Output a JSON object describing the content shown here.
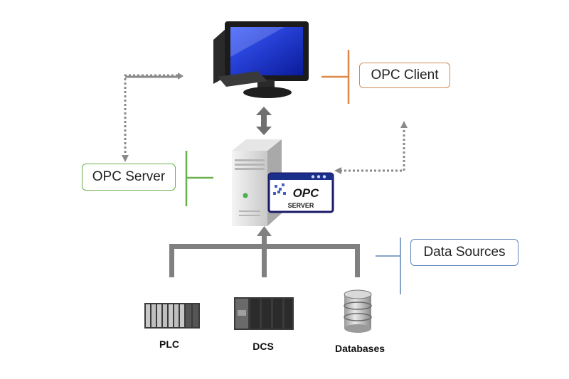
{
  "nodes": {
    "client": {
      "label": "OPC Client"
    },
    "server": {
      "label": "OPC Server"
    },
    "sources": {
      "label": "Data Sources"
    },
    "opc_window": {
      "logo_text": "OPC",
      "caption": "SERVER"
    }
  },
  "devices": [
    {
      "id": "plc",
      "label": "PLC"
    },
    {
      "id": "dcs",
      "label": "DCS"
    },
    {
      "id": "db",
      "label": "Databases"
    }
  ],
  "colors": {
    "client_accent": "#e08748",
    "server_accent": "#6ab04c",
    "sources_accent": "#5d85b8",
    "connector": "#808080",
    "dotted": "#8a8a8a"
  }
}
